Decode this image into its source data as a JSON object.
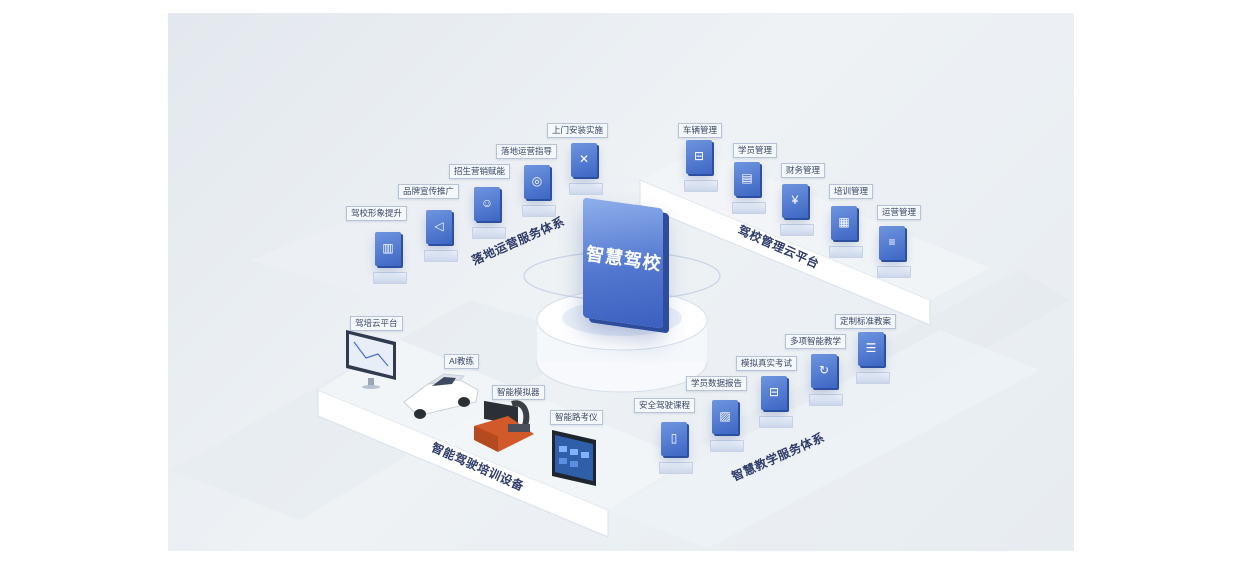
{
  "center": {
    "title": "智慧驾校"
  },
  "sections": {
    "operations": "落地运营服务体系",
    "cloud": "驾校管理云平台",
    "equipment": "智能驾驶培训设备",
    "teaching": "智慧教学服务体系"
  },
  "operations_items": [
    "驾校形象提升",
    "品牌宣传推广",
    "招生营销赋能",
    "落地运营指导",
    "上门安装实施"
  ],
  "cloud_items": [
    "车辆管理",
    "学员管理",
    "财务管理",
    "培训管理",
    "运营管理"
  ],
  "equipment_items": [
    "驾培云平台",
    "AI教练",
    "智能模拟器",
    "智能路考仪"
  ],
  "teaching_items": [
    "安全驾驶课程",
    "学员数据报告",
    "模拟真实考试",
    "多项智能教学",
    "定制标准教案"
  ],
  "icons": {
    "operations": [
      "building-icon",
      "megaphone-icon",
      "user-search-icon",
      "compass-icon",
      "tools-icon"
    ],
    "cloud": [
      "car-icon",
      "id-card-icon",
      "finance-icon",
      "calendar-icon",
      "server-icon"
    ],
    "teaching": [
      "book-icon",
      "report-icon",
      "car-icon",
      "refresh-icon",
      "checklist-icon"
    ]
  },
  "colors": {
    "accent": "#4a72cf",
    "accent_dark": "#2d4c9c",
    "text": "#2f3c68",
    "panel": "#e9eef2"
  }
}
